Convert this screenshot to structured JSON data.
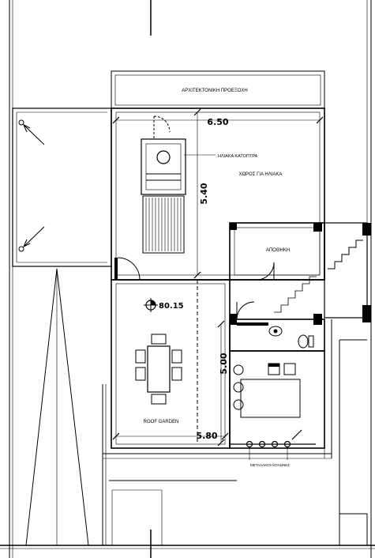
{
  "labels": {
    "overhang": "ΑΡΧΙΤΕΚΤΟΝΙΚΗ ΠΡΟΕΞΟΧΗ",
    "solar_mirror": "ΗΛΙΑΚΑ ΚΑΤΟΠΤΡΑ",
    "solar_space": "ΧΩΡΟΣ ΓΙΑ ΗΛΙΑΚΑ",
    "storage": "ΑΠΟΘΗΚΗ",
    "roof_garden": "ROOF GARDEN",
    "converters": "ΜΕΤΑΛΛΙΚΟΙ ΚΟΛΩΝΕΣ"
  },
  "dimensions": {
    "top_width": "6.50",
    "top_height": "5.40",
    "bottom_height": "5.00",
    "bottom_width": "5.80"
  },
  "level": {
    "value": "80.15"
  }
}
